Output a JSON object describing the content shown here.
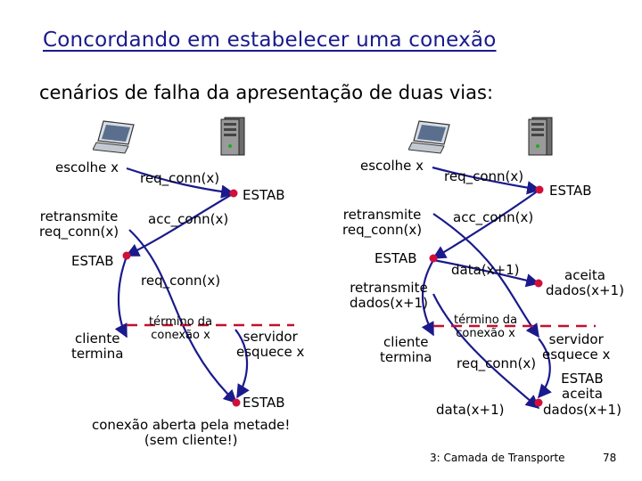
{
  "title": "Concordando em estabelecer uma conexão",
  "subtitle": "cenários de falha da apresentação de duas vias:",
  "left": {
    "client_choose": "escolhe x",
    "req_conn_1": "req_conn(x)",
    "server_estab_1": "ESTAB",
    "client_retransmit": "retransmite\nreq_conn(x)",
    "acc_conn": "acc_conn(x)",
    "client_estab": "ESTAB",
    "req_conn_2": "req_conn(x)",
    "client_end": "cliente\ntermina",
    "conn_end": "término da\nconexão x",
    "server_forget": "servidor\nesquece x",
    "server_estab_2": "ESTAB",
    "half_open": "conexão aberta pela metade!\n(sem cliente!)"
  },
  "right": {
    "client_choose": "escolhe x",
    "req_conn_1": "req_conn(x)",
    "server_estab_1": "ESTAB",
    "client_retransmit": "retransmite\nreq_conn(x)",
    "acc_conn": "acc_conn(x)",
    "client_estab": "ESTAB",
    "data_1": "data(x+1)",
    "server_accept": "aceita\ndados(x+1)",
    "client_retransmit_data": "retransmite\ndados(x+1)",
    "conn_end": "término da\nconexão x",
    "client_end": "cliente\ntermina",
    "server_forget": "servidor\nesquece x",
    "req_conn_2": "req_conn(x)",
    "data_2": "data(x+1)",
    "server_estab_2": "ESTAB\naceita\ndados(x+1)"
  },
  "footer": {
    "chapter": "3: Camada de Transporte",
    "page": "78"
  },
  "colors": {
    "title": "#1a1a8c",
    "arrow": "#1a1a8c",
    "dot": "#d0103a",
    "dash": "#c4102f"
  },
  "icons": {
    "client": "laptop-icon",
    "server": "server-tower-icon"
  }
}
